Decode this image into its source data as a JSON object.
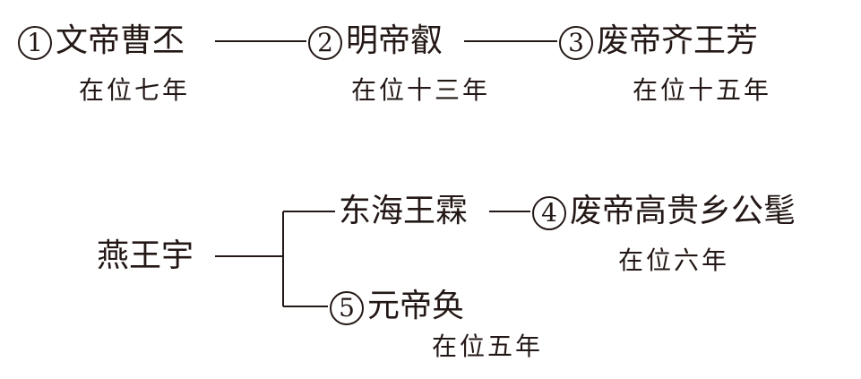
{
  "row1": {
    "emperor1": {
      "num": "1",
      "name": "文帝曹丕",
      "tenure": "在位七年"
    },
    "emperor2": {
      "num": "2",
      "name": "明帝叡",
      "tenure": "在位十三年"
    },
    "emperor3": {
      "num": "3",
      "name": "废帝齐王芳",
      "tenure": "在位十五年"
    }
  },
  "row2": {
    "root": {
      "name": "燕王宇"
    },
    "branch_upper": {
      "name": "东海王霖"
    },
    "emperor4": {
      "num": "4",
      "name": "废帝高贵乡公髦",
      "tenure": "在位六年"
    },
    "emperor5": {
      "num": "5",
      "name": "元帝奂",
      "tenure": "在位五年"
    }
  }
}
